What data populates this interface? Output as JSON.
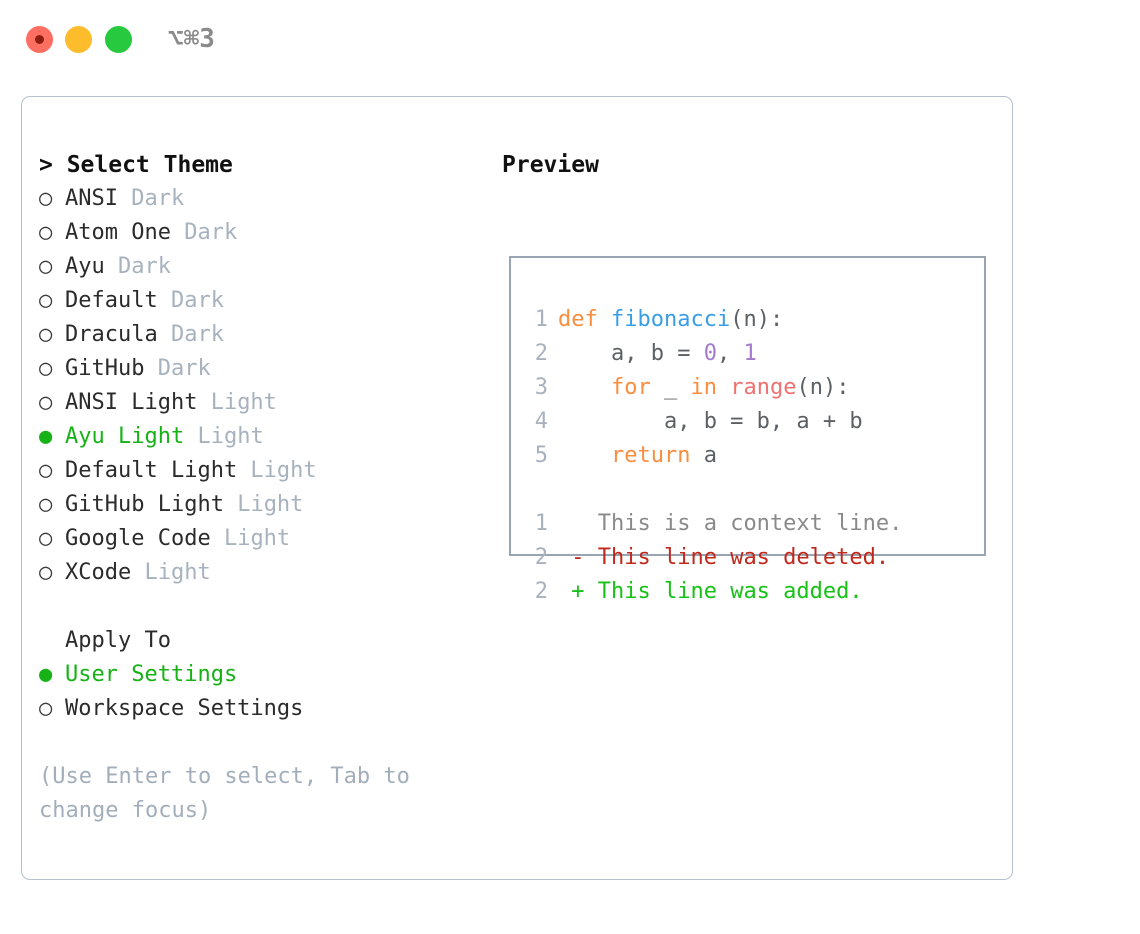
{
  "window": {
    "title": "⌥⌘3",
    "traffic_lights": [
      {
        "name": "close",
        "color": "#ff6f61"
      },
      {
        "name": "minimize",
        "color": "#fdbc2c"
      },
      {
        "name": "maximize",
        "color": "#27c93f"
      }
    ]
  },
  "theme_panel": {
    "header": "> Select Theme",
    "selected_color": "#16b216",
    "badge_color": "#a8b2bf",
    "items": [
      {
        "bullet": "○",
        "name": "ANSI",
        "badge": "Dark",
        "selected": false
      },
      {
        "bullet": "○",
        "name": "Atom One",
        "badge": "Dark",
        "selected": false
      },
      {
        "bullet": "○",
        "name": "Ayu",
        "badge": "Dark",
        "selected": false
      },
      {
        "bullet": "○",
        "name": "Default",
        "badge": "Dark",
        "selected": false
      },
      {
        "bullet": "○",
        "name": "Dracula",
        "badge": "Dark",
        "selected": false
      },
      {
        "bullet": "○",
        "name": "GitHub",
        "badge": "Dark",
        "selected": false
      },
      {
        "bullet": "○",
        "name": "ANSI Light",
        "badge": "Light",
        "selected": false
      },
      {
        "bullet": "●",
        "name": "Ayu Light",
        "badge": "Light",
        "selected": true
      },
      {
        "bullet": "○",
        "name": "Default Light",
        "badge": "Light",
        "selected": false
      },
      {
        "bullet": "○",
        "name": "GitHub Light",
        "badge": "Light",
        "selected": false
      },
      {
        "bullet": "○",
        "name": "Google Code",
        "badge": "Light",
        "selected": false
      },
      {
        "bullet": "○",
        "name": "XCode",
        "badge": "Light",
        "selected": false
      }
    ]
  },
  "apply_to": {
    "title": "Apply To",
    "items": [
      {
        "bullet": "●",
        "name": "User Settings",
        "selected": true
      },
      {
        "bullet": "○",
        "name": "Workspace Settings",
        "selected": false
      }
    ]
  },
  "hint": "(Use Enter to select, Tab to change focus)",
  "preview": {
    "title": "Preview",
    "code_lines": [
      {
        "no": "1",
        "tokens": [
          {
            "t": "def",
            "c": "kw"
          },
          {
            "t": " ",
            "c": "txt"
          },
          {
            "t": "fibonacci",
            "c": "fn"
          },
          {
            "t": "(n):",
            "c": "txt"
          }
        ]
      },
      {
        "no": "2",
        "tokens": [
          {
            "t": "    a, b = ",
            "c": "txt"
          },
          {
            "t": "0",
            "c": "num"
          },
          {
            "t": ", ",
            "c": "txt"
          },
          {
            "t": "1",
            "c": "num"
          }
        ]
      },
      {
        "no": "3",
        "tokens": [
          {
            "t": "    ",
            "c": "txt"
          },
          {
            "t": "for",
            "c": "kw"
          },
          {
            "t": " _ ",
            "c": "txt"
          },
          {
            "t": "in",
            "c": "kw"
          },
          {
            "t": " ",
            "c": "txt"
          },
          {
            "t": "range",
            "c": "call"
          },
          {
            "t": "(n):",
            "c": "txt"
          }
        ]
      },
      {
        "no": "4",
        "tokens": [
          {
            "t": "        a, b = b, a + b",
            "c": "txt"
          }
        ]
      },
      {
        "no": "5",
        "tokens": [
          {
            "t": "    ",
            "c": "txt"
          },
          {
            "t": "return",
            "c": "kw"
          },
          {
            "t": " a",
            "c": "txt"
          }
        ]
      }
    ],
    "diff_lines": [
      {
        "no": "1",
        "marker": " ",
        "text": " This is a context line.",
        "kind": "ctx"
      },
      {
        "no": "2",
        "marker": "-",
        "text": " This line was deleted.",
        "kind": "del"
      },
      {
        "no": "2",
        "marker": "+",
        "text": " This line was added.",
        "kind": "add"
      }
    ]
  }
}
